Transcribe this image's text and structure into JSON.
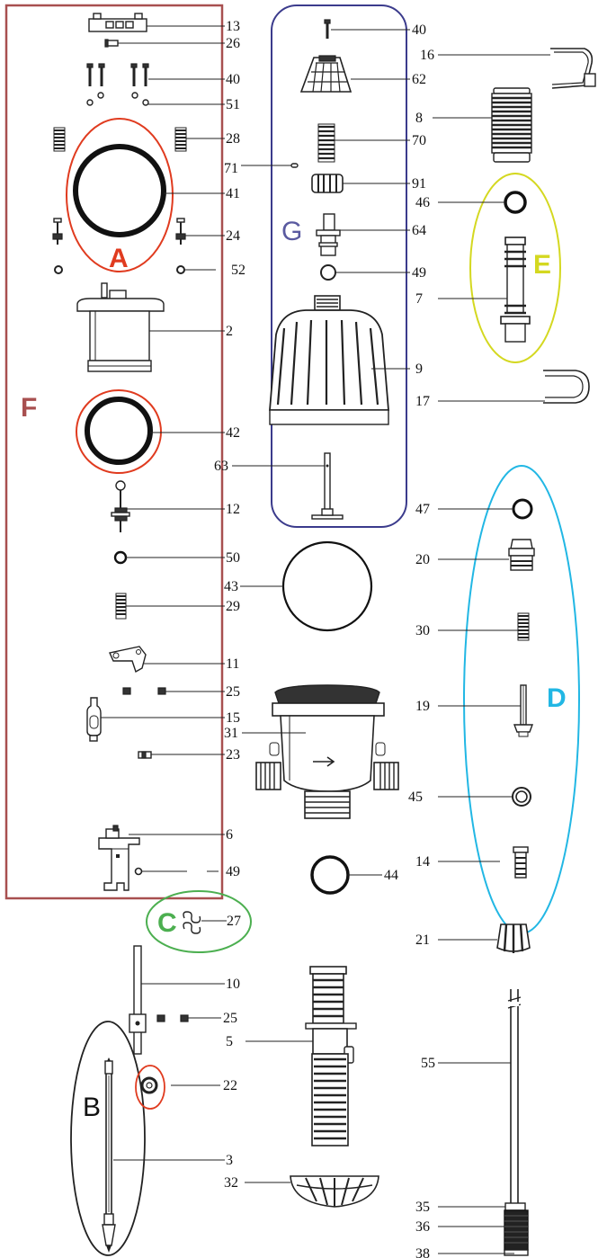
{
  "colors": {
    "F": "#a85050",
    "A": "#e03b1f",
    "G": "#3b3b8c",
    "E": "#d4d820",
    "D": "#22b7e4",
    "C": "#4caf50",
    "B": "#222222",
    "ring22": "#e03b1f"
  },
  "groups": {
    "A": "A",
    "B": "B",
    "C": "C",
    "D": "D",
    "E": "E",
    "F": "F",
    "G": "G"
  },
  "labels": {
    "p13": "13",
    "p26": "26",
    "p40a": "40",
    "p51": "51",
    "p28": "28",
    "p71": "71",
    "p41": "41",
    "p24": "24",
    "p52": "52",
    "p2": "2",
    "p42": "42",
    "p12": "12",
    "p50": "50",
    "p29": "29",
    "p11": "11",
    "p25a": "25",
    "p15": "15",
    "p23": "23",
    "p6": "6",
    "p49a": "49",
    "p27": "27",
    "p10": "10",
    "p25b": "25",
    "p5": "5",
    "p22": "22",
    "p3": "3",
    "p32": "32",
    "p40b": "40",
    "p62": "62",
    "p70": "70",
    "p91": "91",
    "p64": "64",
    "p49b": "49",
    "p9": "9",
    "p63": "63",
    "p43": "43",
    "p31": "31",
    "p44": "44",
    "p16": "16",
    "p8": "8",
    "p46": "46",
    "p7": "7",
    "p17": "17",
    "p47": "47",
    "p20": "20",
    "p30": "30",
    "p19": "19",
    "p45": "45",
    "p14": "14",
    "p21": "21",
    "p55": "55",
    "p35": "35",
    "p36": "36",
    "p38": "38"
  }
}
